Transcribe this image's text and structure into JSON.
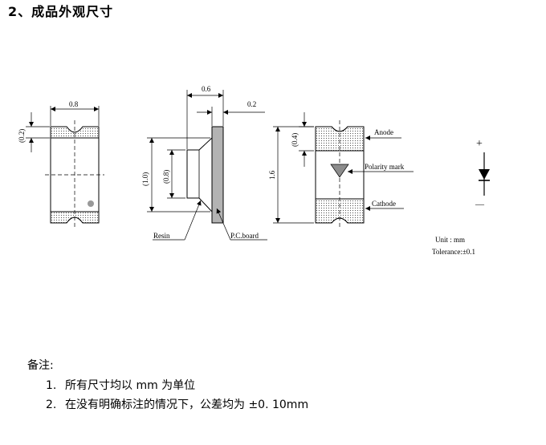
{
  "heading": "2、成品外观尺寸",
  "dimensions": {
    "front_width": "0.8",
    "front_pad": "(0.2)",
    "side_total": "0.6",
    "side_board": "0.2",
    "side_height": "(1.0)",
    "side_resin": "(0.8)",
    "bottom_mark": "(0.4)",
    "bottom_length": "1.6"
  },
  "labels": {
    "resin": "Resin",
    "pc_board": "P.C.board",
    "anode": "Anode",
    "polarity_mark": "Polarity mark",
    "cathode": "Cathode"
  },
  "units": {
    "unit": "Unit : mm",
    "tolerance": "Tolerance:±0.1"
  },
  "symbol": {
    "plus": "+",
    "minus": "—"
  },
  "notes": {
    "title": "备注:",
    "items": [
      {
        "num": "1.",
        "text": "所有尺寸均以 mm 为单位"
      },
      {
        "num": "2.",
        "text": "在没有明确标注的情况下，公差均为 ±0. 10mm"
      }
    ]
  }
}
